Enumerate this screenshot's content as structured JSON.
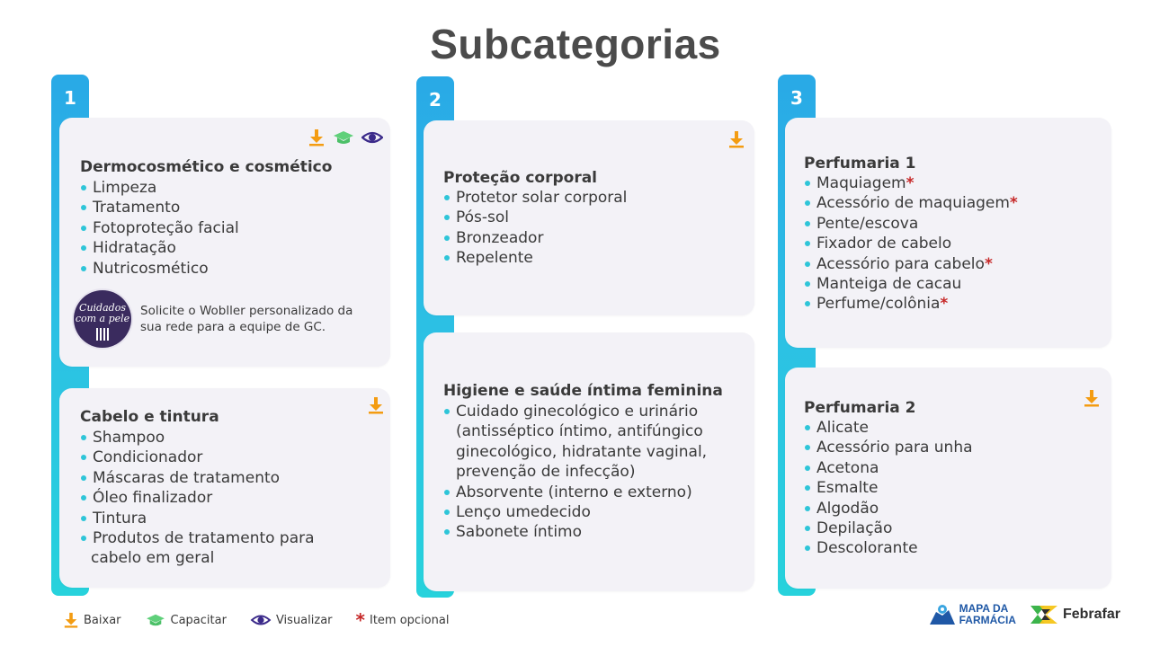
{
  "title": "Subcategorias",
  "colors": {
    "accent": "#2cc1e4",
    "card_bg": "#f3f2f7",
    "download": "#f39c12",
    "capacitar": "#5fd07a",
    "visualizar": "#3b2a8a",
    "asterisk": "#c62828"
  },
  "columns": [
    {
      "number": "1"
    },
    {
      "number": "2"
    },
    {
      "number": "3"
    }
  ],
  "cards": {
    "dermo": {
      "title": "Dermocosmético e cosmético",
      "items": [
        "Limpeza",
        "Tratamento",
        "Fotoproteção facial",
        "Hidratação",
        "Nutricosmético"
      ],
      "icons": [
        "download-icon",
        "graduation-cap-icon",
        "eye-icon"
      ],
      "promo_badge_line1": "Cuidados",
      "promo_badge_line2": "com a pele",
      "promo_text": "Solicite o Wobller personalizado da sua rede para a equipe de GC."
    },
    "cabelo": {
      "title": "Cabelo e tintura",
      "items": [
        "Shampoo",
        "Condicionador",
        "Máscaras de tratamento",
        "Óleo finalizador",
        "Tintura",
        "Produtos de tratamento para"
      ],
      "item_continuation": "cabelo em geral",
      "icons": [
        "download-icon"
      ]
    },
    "protecao": {
      "title": "Proteção corporal",
      "items": [
        "Protetor solar corporal",
        "Pós-sol",
        "Bronzeador",
        "Repelente"
      ],
      "icons": [
        "download-icon"
      ]
    },
    "higiene": {
      "title": "Higiene e saúde íntima feminina",
      "items": [
        "Cuidado ginecológico e urinário",
        "Absorvente (interno e externo)",
        "Lenço umedecido",
        "Sabonete íntimo"
      ],
      "item1_continuation": [
        "(antisséptico íntimo, antifúngico",
        "ginecológico, hidratante vaginal,",
        "prevenção de infecção)"
      ]
    },
    "perf1": {
      "title": "Perfumaria 1",
      "items": [
        "Maquiagem",
        "Acessório de maquiagem",
        "Pente/escova",
        "Fixador de cabelo",
        "Acessório para cabelo",
        "Manteiga de cacau",
        "Perfume/colônia"
      ],
      "optional_marker": "*"
    },
    "perf2": {
      "title": "Perfumaria 2",
      "items": [
        "Alicate",
        "Acessório para unha",
        "Acetona",
        "Esmalte",
        "Algodão",
        "Depilação",
        "Descolorante"
      ],
      "icons": [
        "download-icon"
      ]
    }
  },
  "legend": {
    "baixar": "Baixar",
    "capacitar": "Capacitar",
    "visualizar": "Visualizar",
    "opcional": "Item opcional",
    "opcional_marker": "*"
  },
  "logos": {
    "mapa_line1": "MAPA DA",
    "mapa_line2": "FARMÁCIA",
    "febrafar": "Febrafar"
  }
}
